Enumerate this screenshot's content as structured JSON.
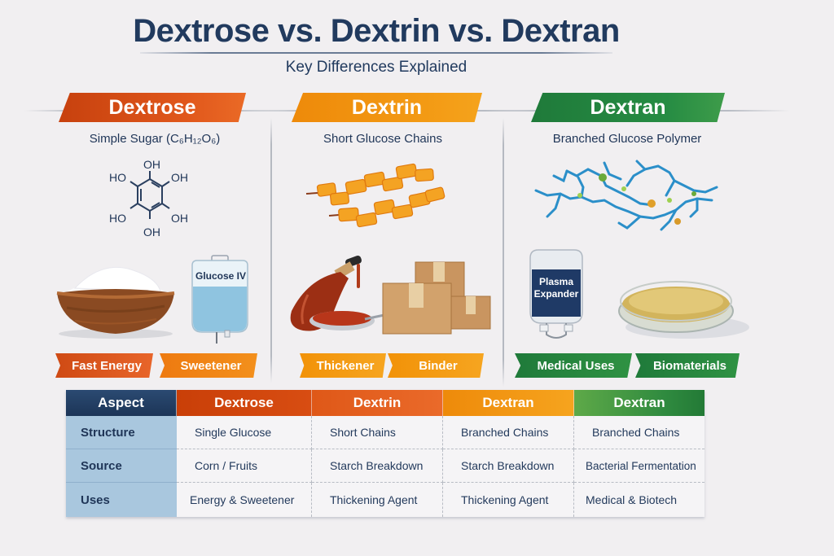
{
  "header": {
    "title": "Dextrose vs. Dextrin vs. Dextran",
    "subtitle": "Key Differences Explained"
  },
  "sections": [
    {
      "name": "Dextrose",
      "color": "#d9531a",
      "description": "Simple Sugar (C₆H₁₂O₆)",
      "structure_labels": [
        "OH",
        "HO",
        "OH",
        "HO",
        "OH",
        "OH"
      ],
      "illustrations": [
        "bowl of white powder",
        "Glucose IV"
      ],
      "iv_bag_label": "Glucose IV",
      "tags": [
        "Fast Energy",
        "Sweetener"
      ]
    },
    {
      "name": "Dextrin",
      "color": "#f29510",
      "description": "Short Glucose Chains",
      "illustrations": [
        "sauce bottle and bowl",
        "cardboard boxes"
      ],
      "tags": [
        "Thickener",
        "Binder"
      ]
    },
    {
      "name": "Dextran",
      "color": "#24853f",
      "description": "Branched Glucose Polymer",
      "illustrations": [
        "Plasma Expander bag",
        "petri dish"
      ],
      "bag_label_line1": "Plasma",
      "bag_label_line2": "Expander",
      "tags": [
        "Medical Uses",
        "Biomaterials"
      ]
    }
  ],
  "table": {
    "headers": [
      "Aspect",
      "Dextrose",
      "Dextrin",
      "Dextran",
      "Dextran"
    ],
    "rows": [
      {
        "aspect": "Structure",
        "values": [
          "Single Glucose",
          "Short Chains",
          "Branched Chains",
          "Branched Chains"
        ]
      },
      {
        "aspect": "Source",
        "values": [
          "Corn / Fruits",
          "Starch Breakdown",
          "Starch Breakdown",
          "Bacterial Fermentation"
        ]
      },
      {
        "aspect": "Uses",
        "values": [
          "Energy & Sweetener",
          "Thickening Agent",
          "Thickening Agent",
          "Medical & Biotech"
        ]
      }
    ]
  }
}
